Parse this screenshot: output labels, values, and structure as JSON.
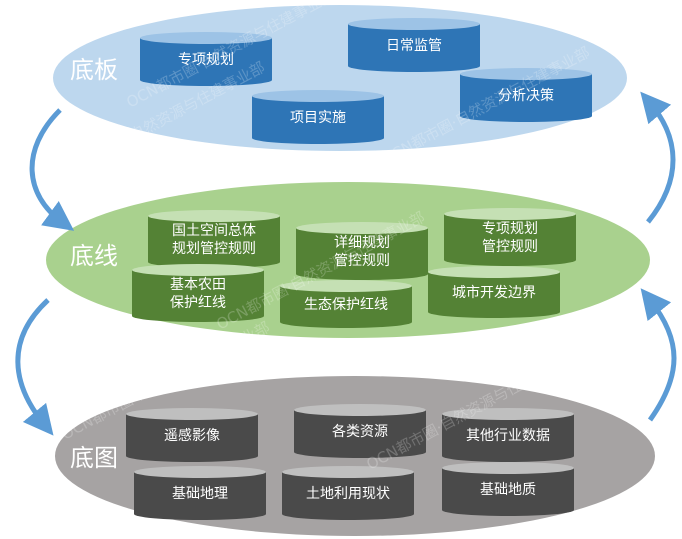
{
  "colors": {
    "top_ellipse": "#bdd7ee",
    "top_cyl_body": "#2e75b6",
    "top_cyl_top": "#9dc3e6",
    "mid_ellipse": "#a9d18e",
    "mid_cyl_body": "#548235",
    "mid_cyl_top": "#c5e0b4",
    "bottom_ellipse": "#a6a3a3",
    "bottom_cyl_body": "#4a4a4a",
    "bottom_cyl_top": "#bfbfbf",
    "arrow": "#5b9bd5",
    "text_light": "#ffffff"
  },
  "layers": [
    {
      "label": "底板",
      "items": [
        {
          "lines": [
            "专项规划"
          ]
        },
        {
          "lines": [
            "日常监管"
          ]
        },
        {
          "lines": [
            "项目实施"
          ]
        },
        {
          "lines": [
            "分析决策"
          ]
        }
      ]
    },
    {
      "label": "底线",
      "items": [
        {
          "lines": [
            "国土空间总体",
            "规划管控规则"
          ]
        },
        {
          "lines": [
            "详细规划",
            "管控规则"
          ]
        },
        {
          "lines": [
            "专项规划",
            "管控规则"
          ]
        },
        {
          "lines": [
            "基本农田",
            "保护红线"
          ]
        },
        {
          "lines": [
            "生态保护红线"
          ]
        },
        {
          "lines": [
            "城市开发边界"
          ]
        }
      ]
    },
    {
      "label": "底图",
      "items": [
        {
          "lines": [
            "遥感影像"
          ]
        },
        {
          "lines": [
            "各类资源"
          ]
        },
        {
          "lines": [
            "其他行业数据"
          ]
        },
        {
          "lines": [
            "基础地理"
          ]
        },
        {
          "lines": [
            "土地利用现状"
          ]
        },
        {
          "lines": [
            "基础地质"
          ]
        }
      ]
    }
  ],
  "watermarks": [
    "OCN都市圈·自然资源与住建事业部",
    "OCN都市圈·自然资源与住建事业部",
    "OCN都市圈·自然资源与住建事业部",
    "OCN都市圈·自然资源与住建事业部",
    "OCN都市圈·自然资源与住建事业部",
    "OCN都市圈·自然资源与住建事业部"
  ]
}
